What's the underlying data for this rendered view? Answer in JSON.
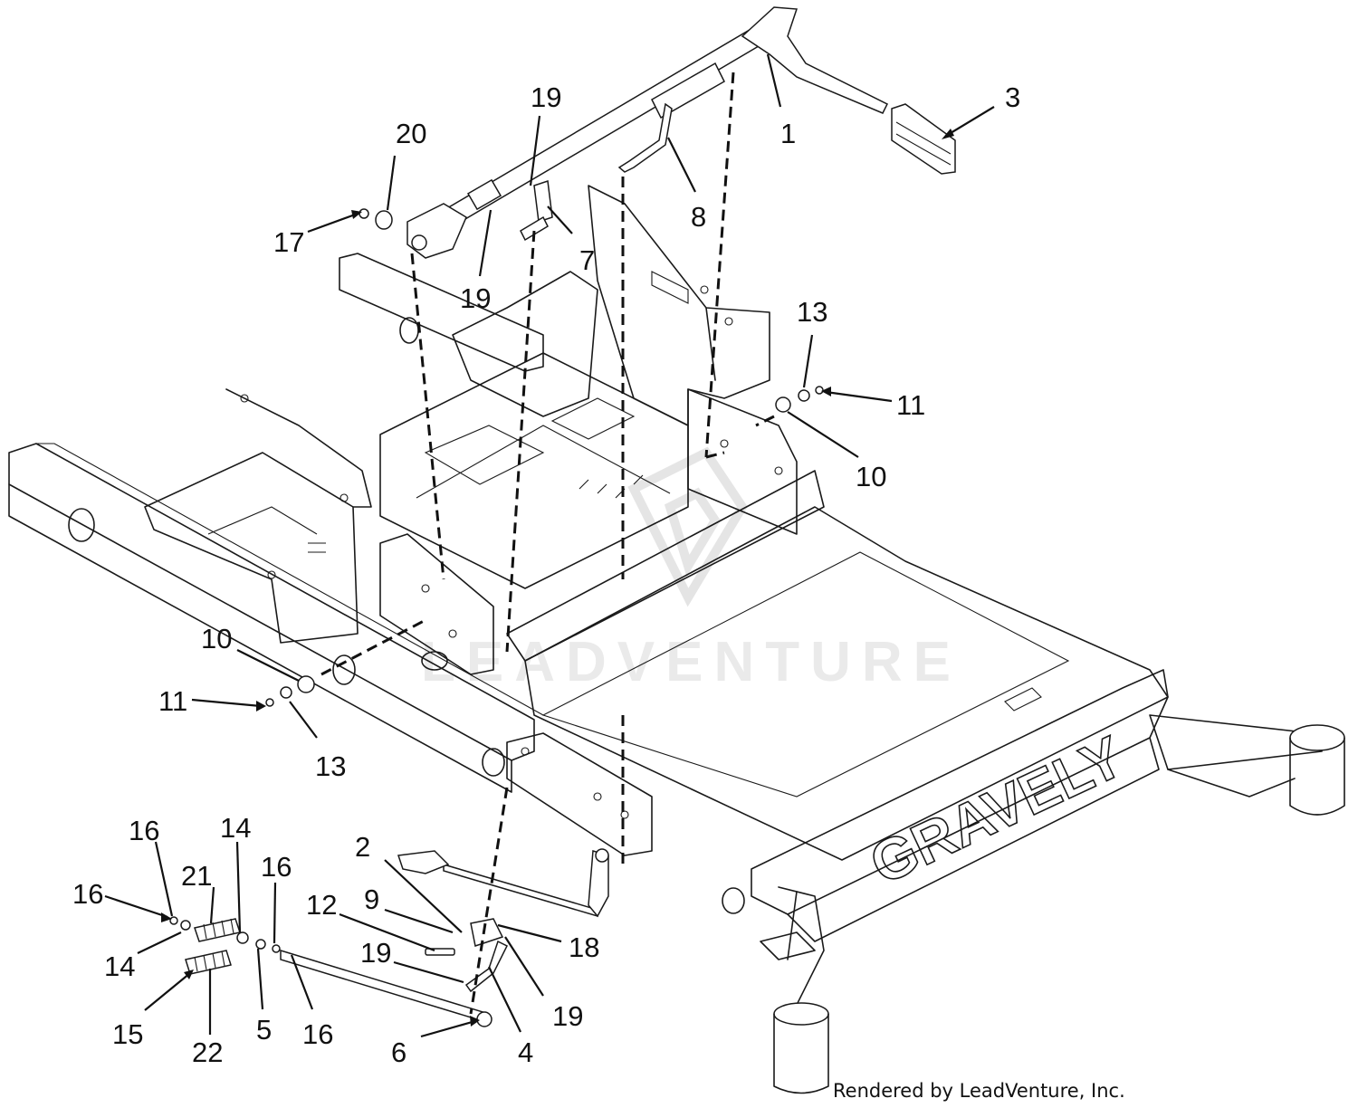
{
  "diagram": {
    "credit": "Rendered by LeadVenture, Inc.",
    "watermark": "LEADVENTURE",
    "brand_mark": "GRAVELY",
    "callouts": [
      {
        "id": "c1",
        "label": "1"
      },
      {
        "id": "c3",
        "label": "3"
      },
      {
        "id": "c19a",
        "label": "19"
      },
      {
        "id": "c20",
        "label": "20"
      },
      {
        "id": "c17",
        "label": "17"
      },
      {
        "id": "c8",
        "label": "8"
      },
      {
        "id": "c7",
        "label": "7"
      },
      {
        "id": "c19b",
        "label": "19"
      },
      {
        "id": "c13a",
        "label": "13"
      },
      {
        "id": "c11a",
        "label": "11"
      },
      {
        "id": "c10a",
        "label": "10"
      },
      {
        "id": "c10b",
        "label": "10"
      },
      {
        "id": "c11b",
        "label": "11"
      },
      {
        "id": "c13b",
        "label": "13"
      },
      {
        "id": "c16a",
        "label": "16"
      },
      {
        "id": "c21",
        "label": "21"
      },
      {
        "id": "c14a",
        "label": "14"
      },
      {
        "id": "c16b",
        "label": "16"
      },
      {
        "id": "c16c",
        "label": "16"
      },
      {
        "id": "c14b",
        "label": "14"
      },
      {
        "id": "c15",
        "label": "15"
      },
      {
        "id": "c22",
        "label": "22"
      },
      {
        "id": "c5",
        "label": "5"
      },
      {
        "id": "c16d",
        "label": "16"
      },
      {
        "id": "c2",
        "label": "2"
      },
      {
        "id": "c9",
        "label": "9"
      },
      {
        "id": "c12",
        "label": "12"
      },
      {
        "id": "c19c",
        "label": "19"
      },
      {
        "id": "c18",
        "label": "18"
      },
      {
        "id": "c19d",
        "label": "19"
      },
      {
        "id": "c6",
        "label": "6"
      },
      {
        "id": "c4",
        "label": "4"
      }
    ]
  }
}
